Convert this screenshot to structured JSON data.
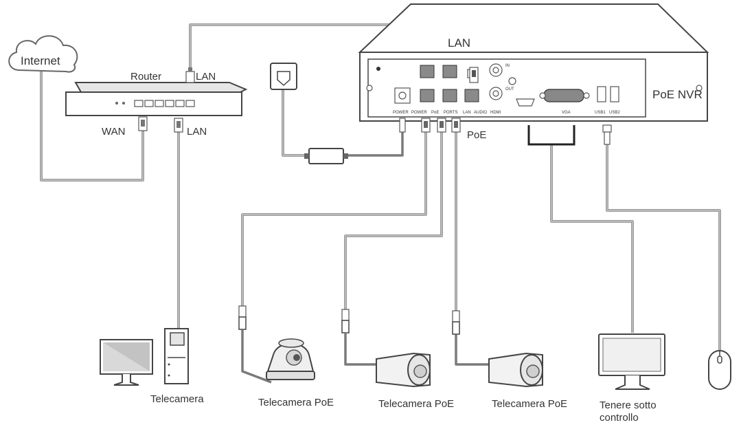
{
  "labels": {
    "internet": "Internet",
    "router": "Router",
    "router_lan_top": "LAN",
    "router_wan": "WAN",
    "router_lan_bottom": "LAN",
    "nvr_lan": "LAN",
    "nvr": "PoE NVR",
    "poe": "PoE",
    "telecamera": "Telecamera",
    "poe_camera_1": "Telecamera PoE",
    "poe_camera_2": "Telecamera PoE",
    "poe_camera_3": "Telecamera PoE",
    "monitor_line1": "Tenere sotto",
    "monitor_line2": "controllo"
  },
  "nvr_ports": {
    "power": "POWER",
    "power2": "POWER",
    "poe": "PoE",
    "ports": "PORTS",
    "lan": "LAN",
    "audio": "AUDIO",
    "hdmi": "HDMI",
    "vga": "VGA",
    "usb1": "USB1",
    "usb2": "USB2",
    "in": "IN",
    "out": "OUT"
  }
}
